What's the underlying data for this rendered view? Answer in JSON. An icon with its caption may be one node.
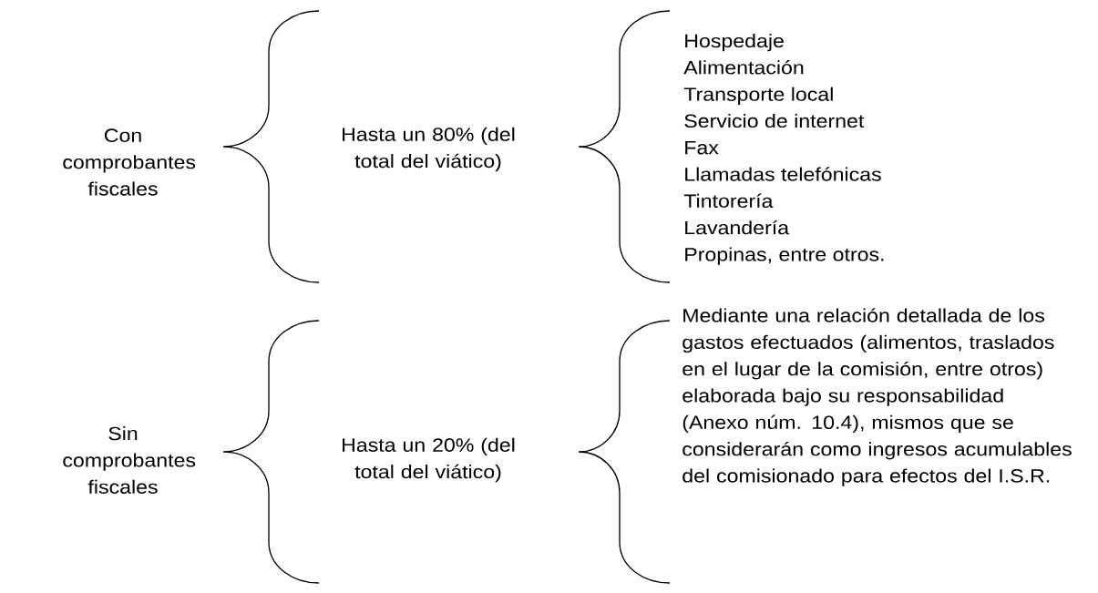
{
  "diagram": {
    "labels": [
      "Con comprobantes fiscales",
      "Hasta un 80% (del total del viático)",
      "Hospedaje",
      "Alimentación",
      "Transporte local",
      "Servicio de internet",
      "Fax",
      "Llamadas telefónicas",
      "Tintorería",
      "Lavandería",
      "Propinas, entre otros.",
      "Sin comprobantes fiscales",
      "Hasta un 20% (del total del viático)",
      "Mediante una relación detallada de los gastos efectuados (alimentos, traslados en el lugar de la comisión, entre otros) elaborada bajo su responsabilidad (Anexo núm. 10.4), mismos que se considerarán como ingresos acumulables del comisionado para efectos del I.S.R."
    ]
  }
}
